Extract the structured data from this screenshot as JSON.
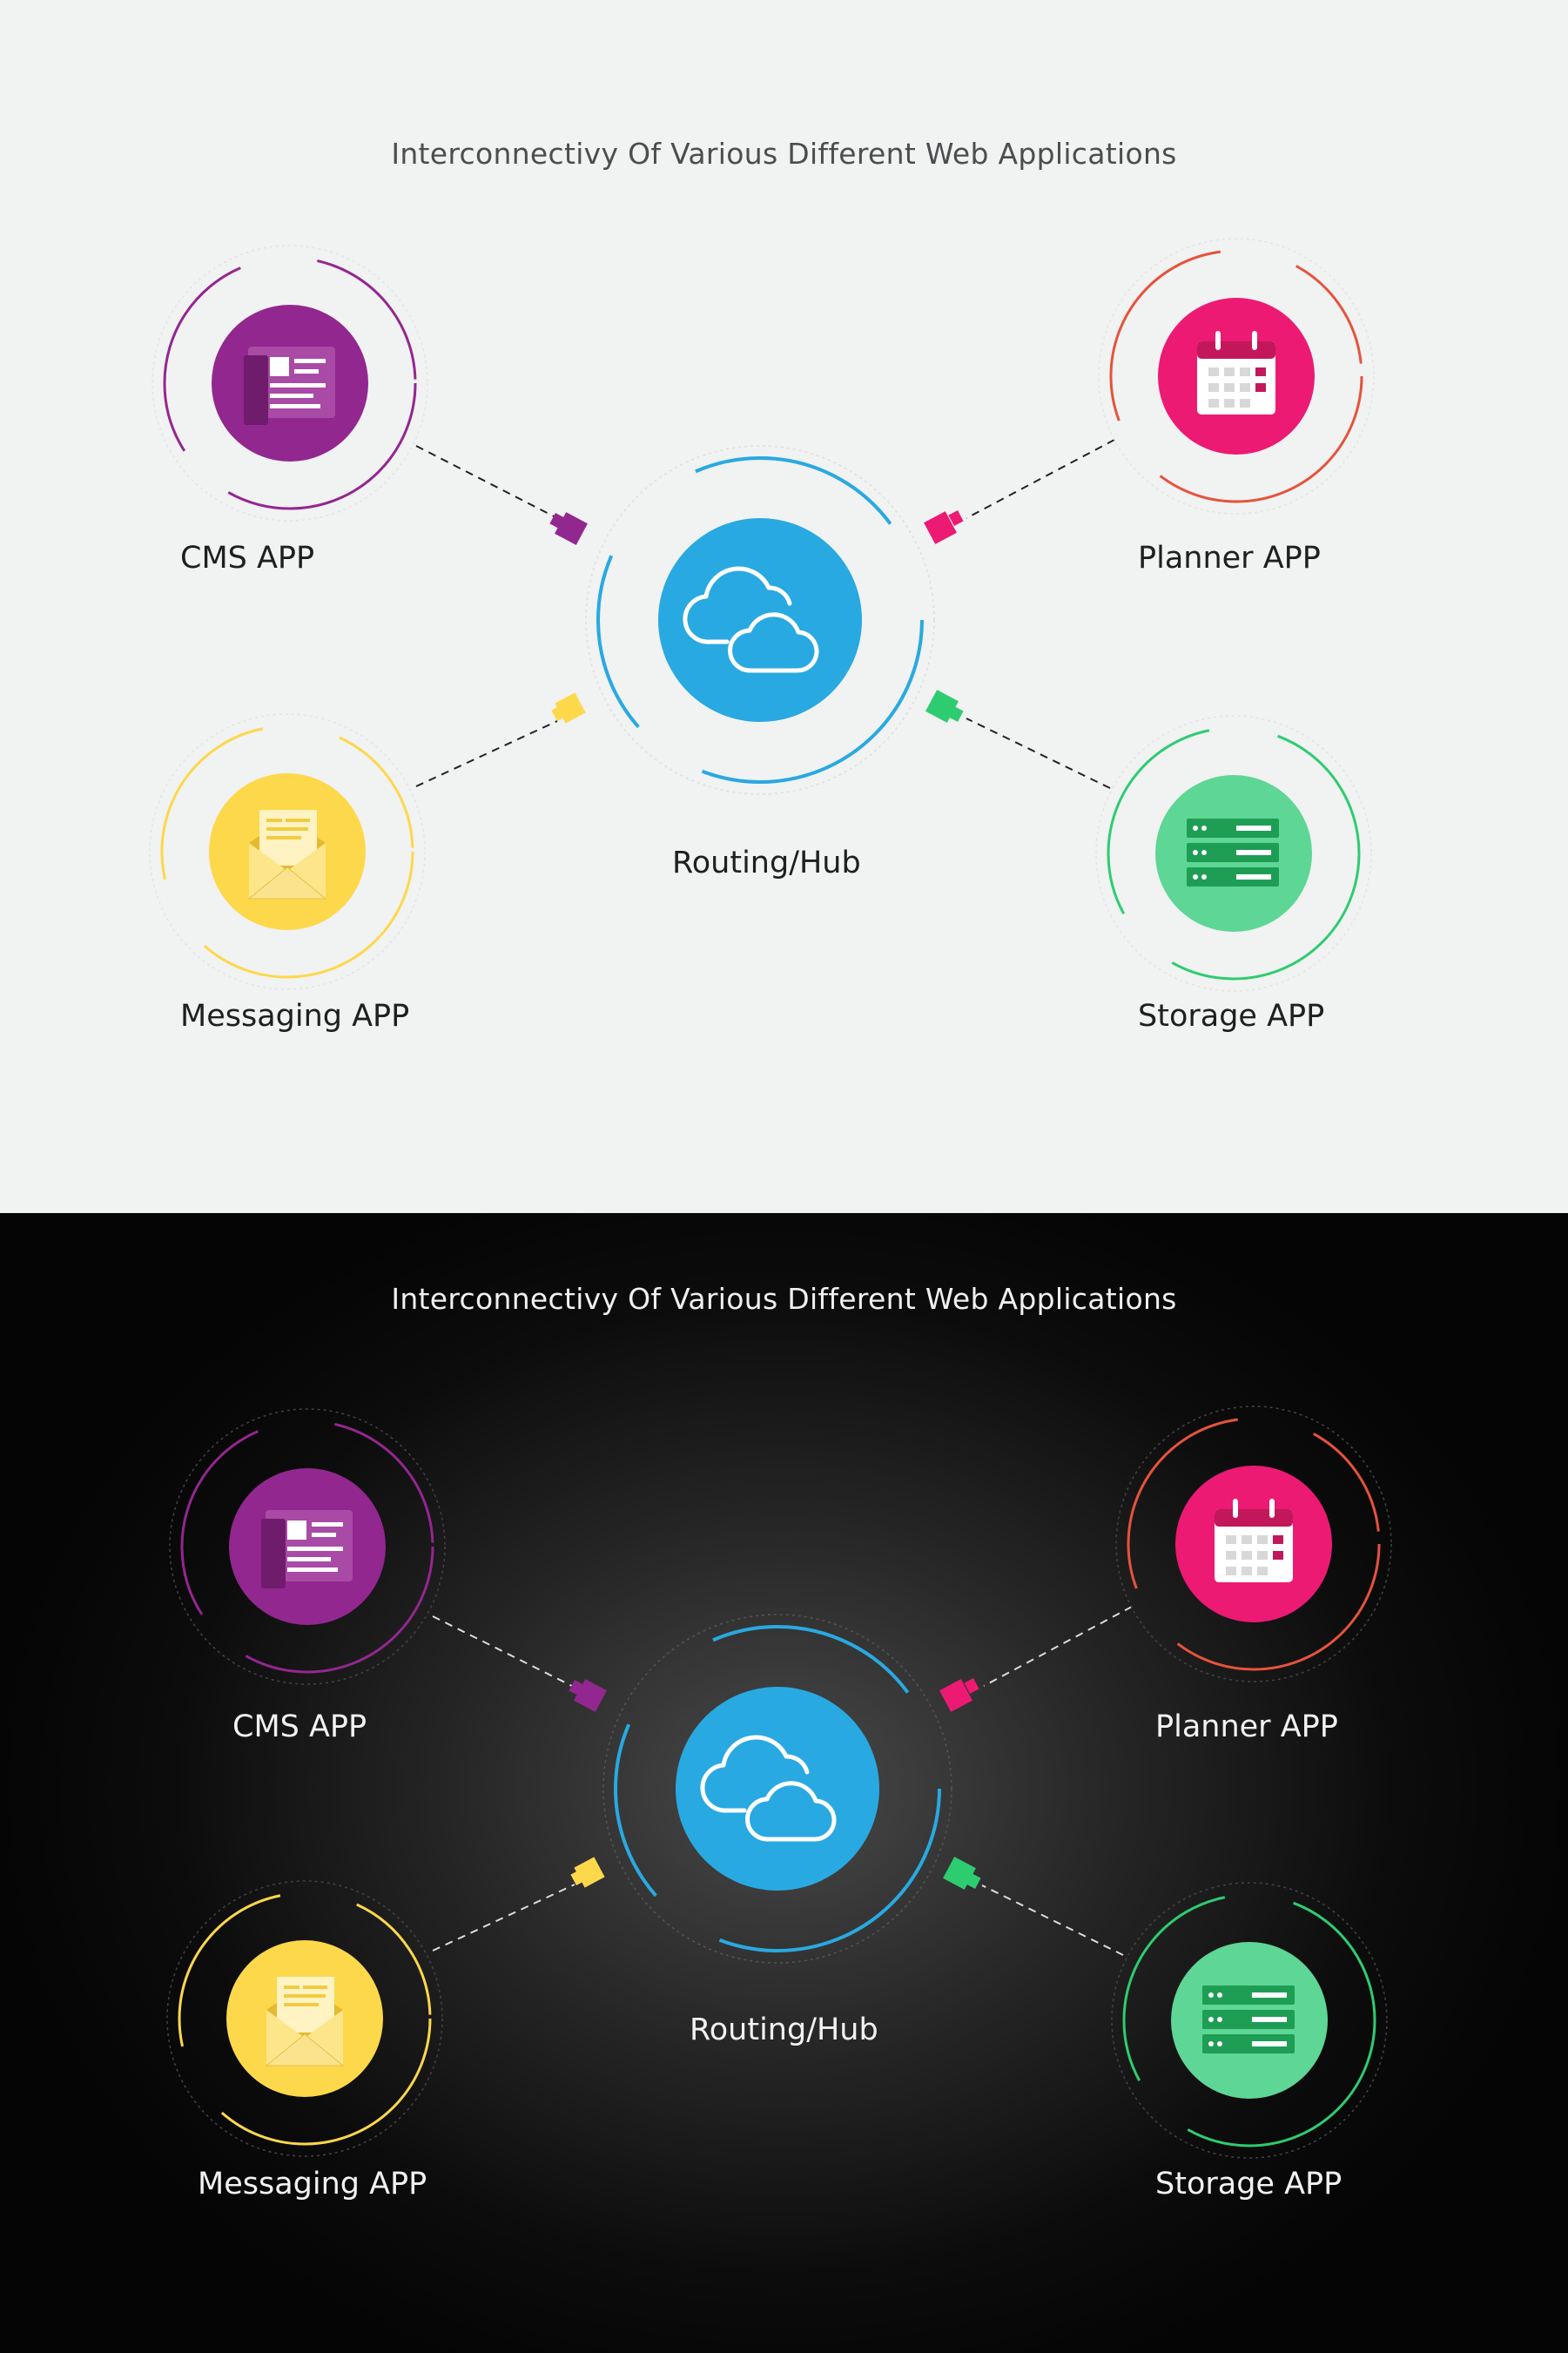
{
  "title": "Interconnectivy Of Various Different Web Applications",
  "hub": {
    "label": "Routing/Hub",
    "icon": "cloud-icon",
    "color": "#29a9e1"
  },
  "apps": [
    {
      "id": "cms",
      "label": "CMS APP",
      "icon": "newspaper-icon",
      "color": "#92278f"
    },
    {
      "id": "planner",
      "label": "Planner APP",
      "icon": "calendar-icon",
      "color": "#ec1a73"
    },
    {
      "id": "messaging",
      "label": "Messaging APP",
      "icon": "envelope-icon",
      "color": "#fdd84a"
    },
    {
      "id": "storage",
      "label": "Storage APP",
      "icon": "server-icon",
      "color": "#5ed695"
    }
  ],
  "themes": {
    "light": {
      "background": "#f1f2f2",
      "text": "#1f1f1f",
      "connector": "#222222"
    },
    "dark": {
      "background": "#050505",
      "text": "#f2f2f2",
      "connector": "#dddddd"
    }
  }
}
